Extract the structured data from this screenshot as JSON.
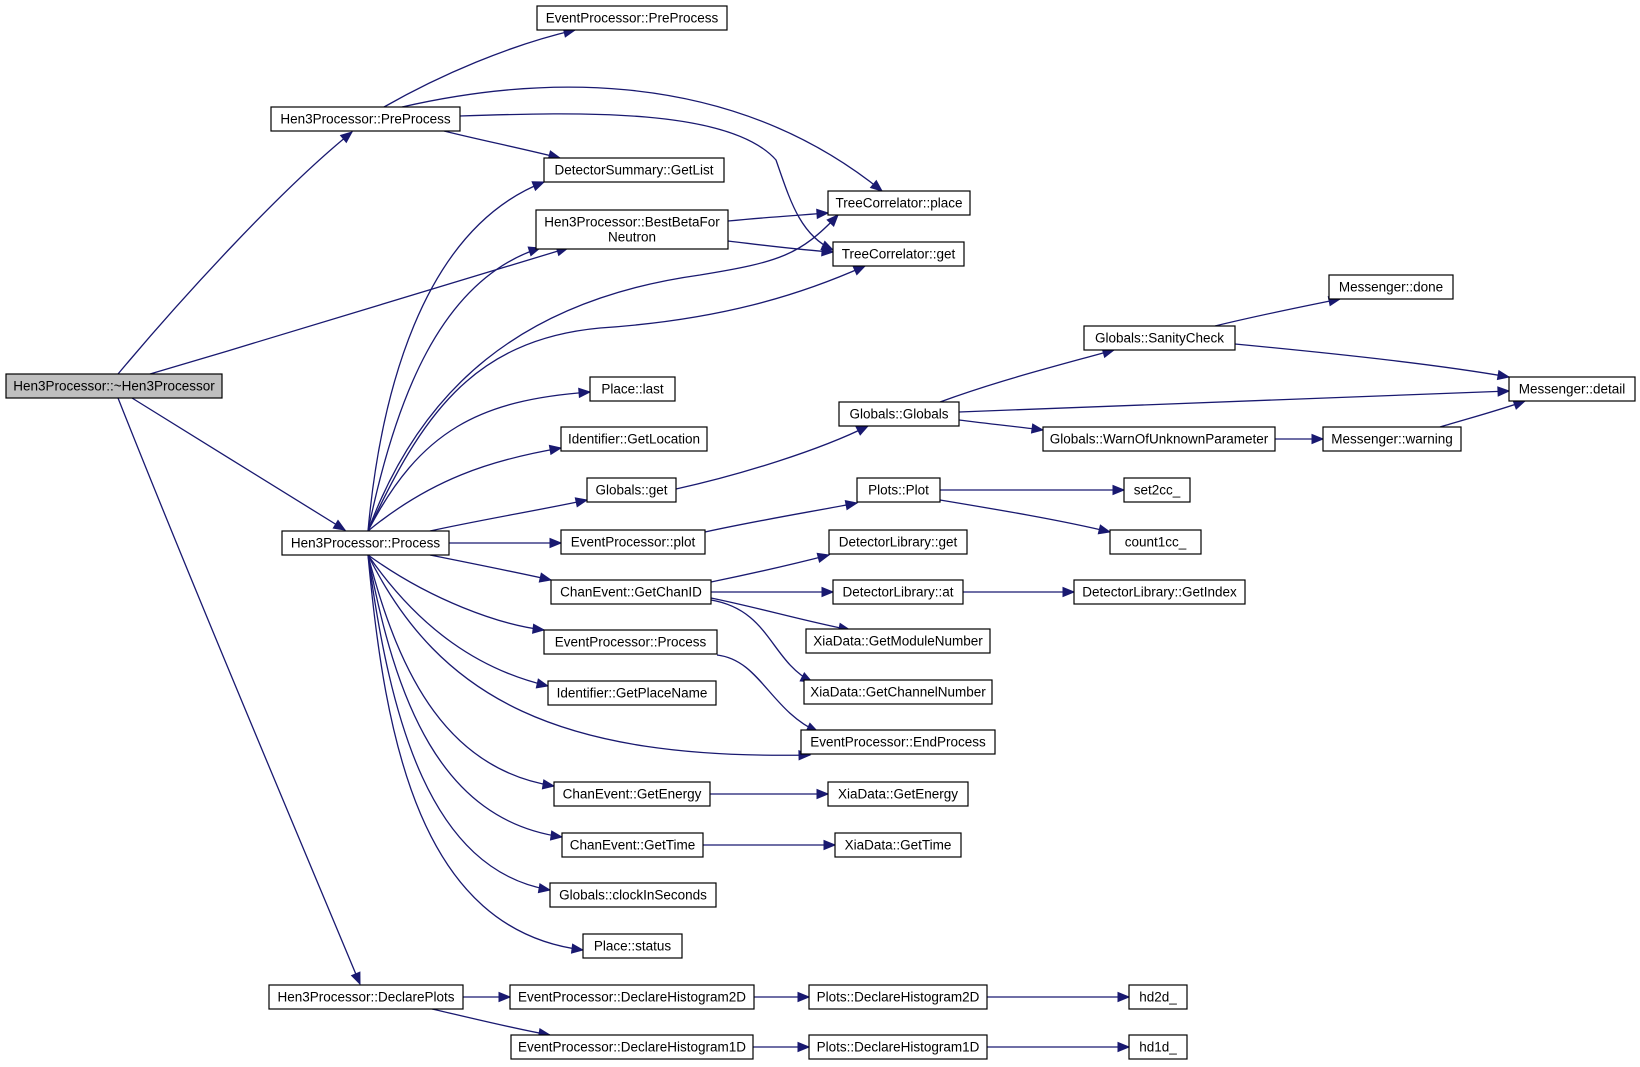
{
  "nodes": {
    "root": [
      "Hen3Processor::~Hen3Processor"
    ],
    "pre": [
      "Hen3Processor::PreProcess"
    ],
    "proc": [
      "Hen3Processor::Process"
    ],
    "decl": [
      "Hen3Processor::DeclarePlots"
    ],
    "epPre": [
      "EventProcessor::PreProcess"
    ],
    "dsList": [
      "DetectorSummary::GetList"
    ],
    "best": [
      "Hen3Processor::BestBetaFor",
      "Neutron"
    ],
    "tcPlace": [
      "TreeCorrelator::place"
    ],
    "tcGet": [
      "TreeCorrelator::get"
    ],
    "placeLast": [
      "Place::last"
    ],
    "idLoc": [
      "Identifier::GetLocation"
    ],
    "gGet": [
      "Globals::get"
    ],
    "epPlot": [
      "EventProcessor::plot"
    ],
    "ceChan": [
      "ChanEvent::GetChanID"
    ],
    "epProc": [
      "EventProcessor::Process"
    ],
    "idPlace": [
      "Identifier::GetPlaceName"
    ],
    "ceEnergy": [
      "ChanEvent::GetEnergy"
    ],
    "ceTime": [
      "ChanEvent::GetTime"
    ],
    "gClock": [
      "Globals::clockInSeconds"
    ],
    "placeStatus": [
      "Place::status"
    ],
    "epH2": [
      "EventProcessor::DeclareHistogram2D"
    ],
    "epH1": [
      "EventProcessor::DeclareHistogram1D"
    ],
    "gGlobals": [
      "Globals::Globals"
    ],
    "pPlot": [
      "Plots::Plot"
    ],
    "dlGet": [
      "DetectorLibrary::get"
    ],
    "dlAt": [
      "DetectorLibrary::at"
    ],
    "xMod": [
      "XiaData::GetModuleNumber"
    ],
    "xChan": [
      "XiaData::GetChannelNumber"
    ],
    "epEnd": [
      "EventProcessor::EndProcess"
    ],
    "xEnergy": [
      "XiaData::GetEnergy"
    ],
    "xTime": [
      "XiaData::GetTime"
    ],
    "pH2": [
      "Plots::DeclareHistogram2D"
    ],
    "pH1": [
      "Plots::DeclareHistogram1D"
    ],
    "gSanity": [
      "Globals::SanityCheck"
    ],
    "gWarn": [
      "Globals::WarnOfUnknownParameter"
    ],
    "set2": [
      "set2cc_"
    ],
    "count1": [
      "count1cc_"
    ],
    "dlIndex": [
      "DetectorLibrary::GetIndex"
    ],
    "hd2": [
      "hd2d_"
    ],
    "hd1": [
      "hd1d_"
    ],
    "mDone": [
      "Messenger::done"
    ],
    "mWarn": [
      "Messenger::warning"
    ],
    "mDetail": [
      "Messenger::detail"
    ]
  },
  "colors": {
    "edge": "#191970",
    "root_fill": "#bfbfbf",
    "node_fill": "#ffffff"
  }
}
